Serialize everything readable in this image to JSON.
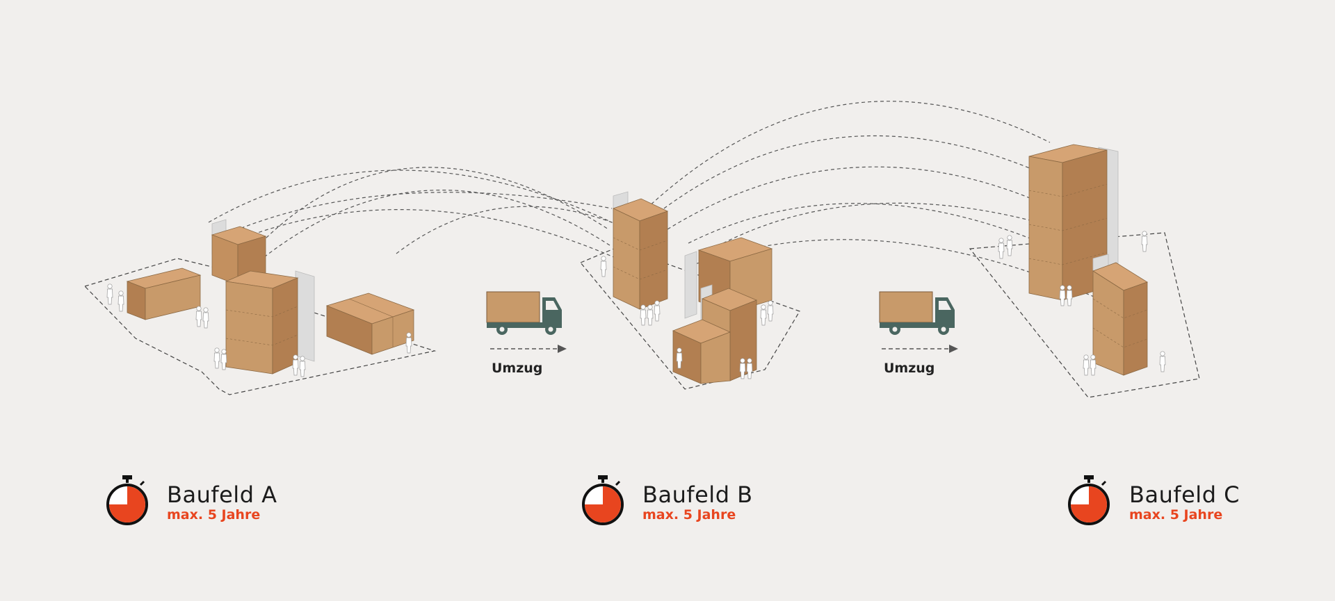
{
  "fields": [
    {
      "name": "Baufeld A",
      "duration": "max. 5 Jahre"
    },
    {
      "name": "Baufeld B",
      "duration": "max. 5 Jahre"
    },
    {
      "name": "Baufeld C",
      "duration": "max. 5 Jahre"
    }
  ],
  "moves": [
    {
      "label": "Umzug",
      "icon": "truck-icon"
    },
    {
      "label": "Umzug",
      "icon": "truck-icon"
    }
  ],
  "colors": {
    "background": "#f1efed",
    "box": "#c89a6a",
    "accent": "#e8451f",
    "truck": "#4a6660"
  }
}
